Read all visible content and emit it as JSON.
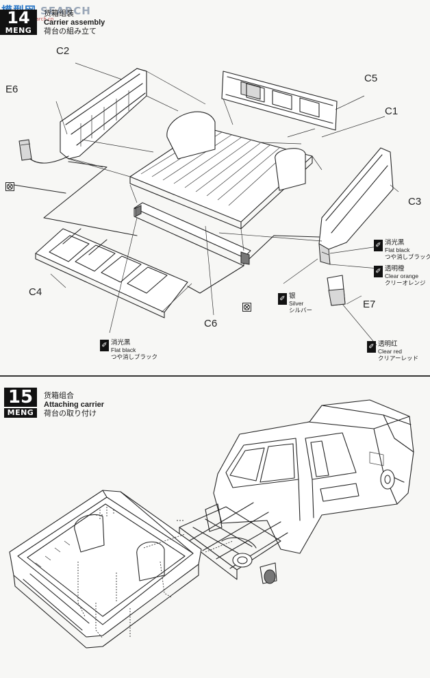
{
  "watermark": {
    "brand": "模型网",
    "search": "SEARCH",
    "url": "www.hobbysearch.cn"
  },
  "step14": {
    "number": "14",
    "logo": "MENG",
    "title_cn": "货箱组装",
    "title_en": "Carrier assembly",
    "title_jp": "荷台の組み立て"
  },
  "step15": {
    "number": "15",
    "logo": "MENG",
    "title_cn": "货箱组合",
    "title_en": "Attaching carrier",
    "title_jp": "荷台の取り付け"
  },
  "parts": {
    "c2": "C2",
    "c5": "C5",
    "c1": "C1",
    "e6": "E6",
    "c3": "C3",
    "c4": "C4",
    "c6": "C6",
    "e7": "E7"
  },
  "paints": {
    "flat_black_a": {
      "cn": "消光黑",
      "en": "Flat black",
      "jp": "つや消しブラック"
    },
    "clear_orange": {
      "cn": "透明橙",
      "en": "Clear orange",
      "jp": "クリーオレンジ"
    },
    "silver": {
      "cn": "银",
      "en": "Silver",
      "jp": "シルバー"
    },
    "flat_black_b": {
      "cn": "消光黑",
      "en": "Flat black",
      "jp": "つや消しブラック"
    },
    "clear_red": {
      "cn": "透明红",
      "en": "Clear red",
      "jp": "クリアーレッド"
    }
  },
  "icons": {
    "paint": "brush-icon",
    "no_glue": "no-glue-icon"
  }
}
